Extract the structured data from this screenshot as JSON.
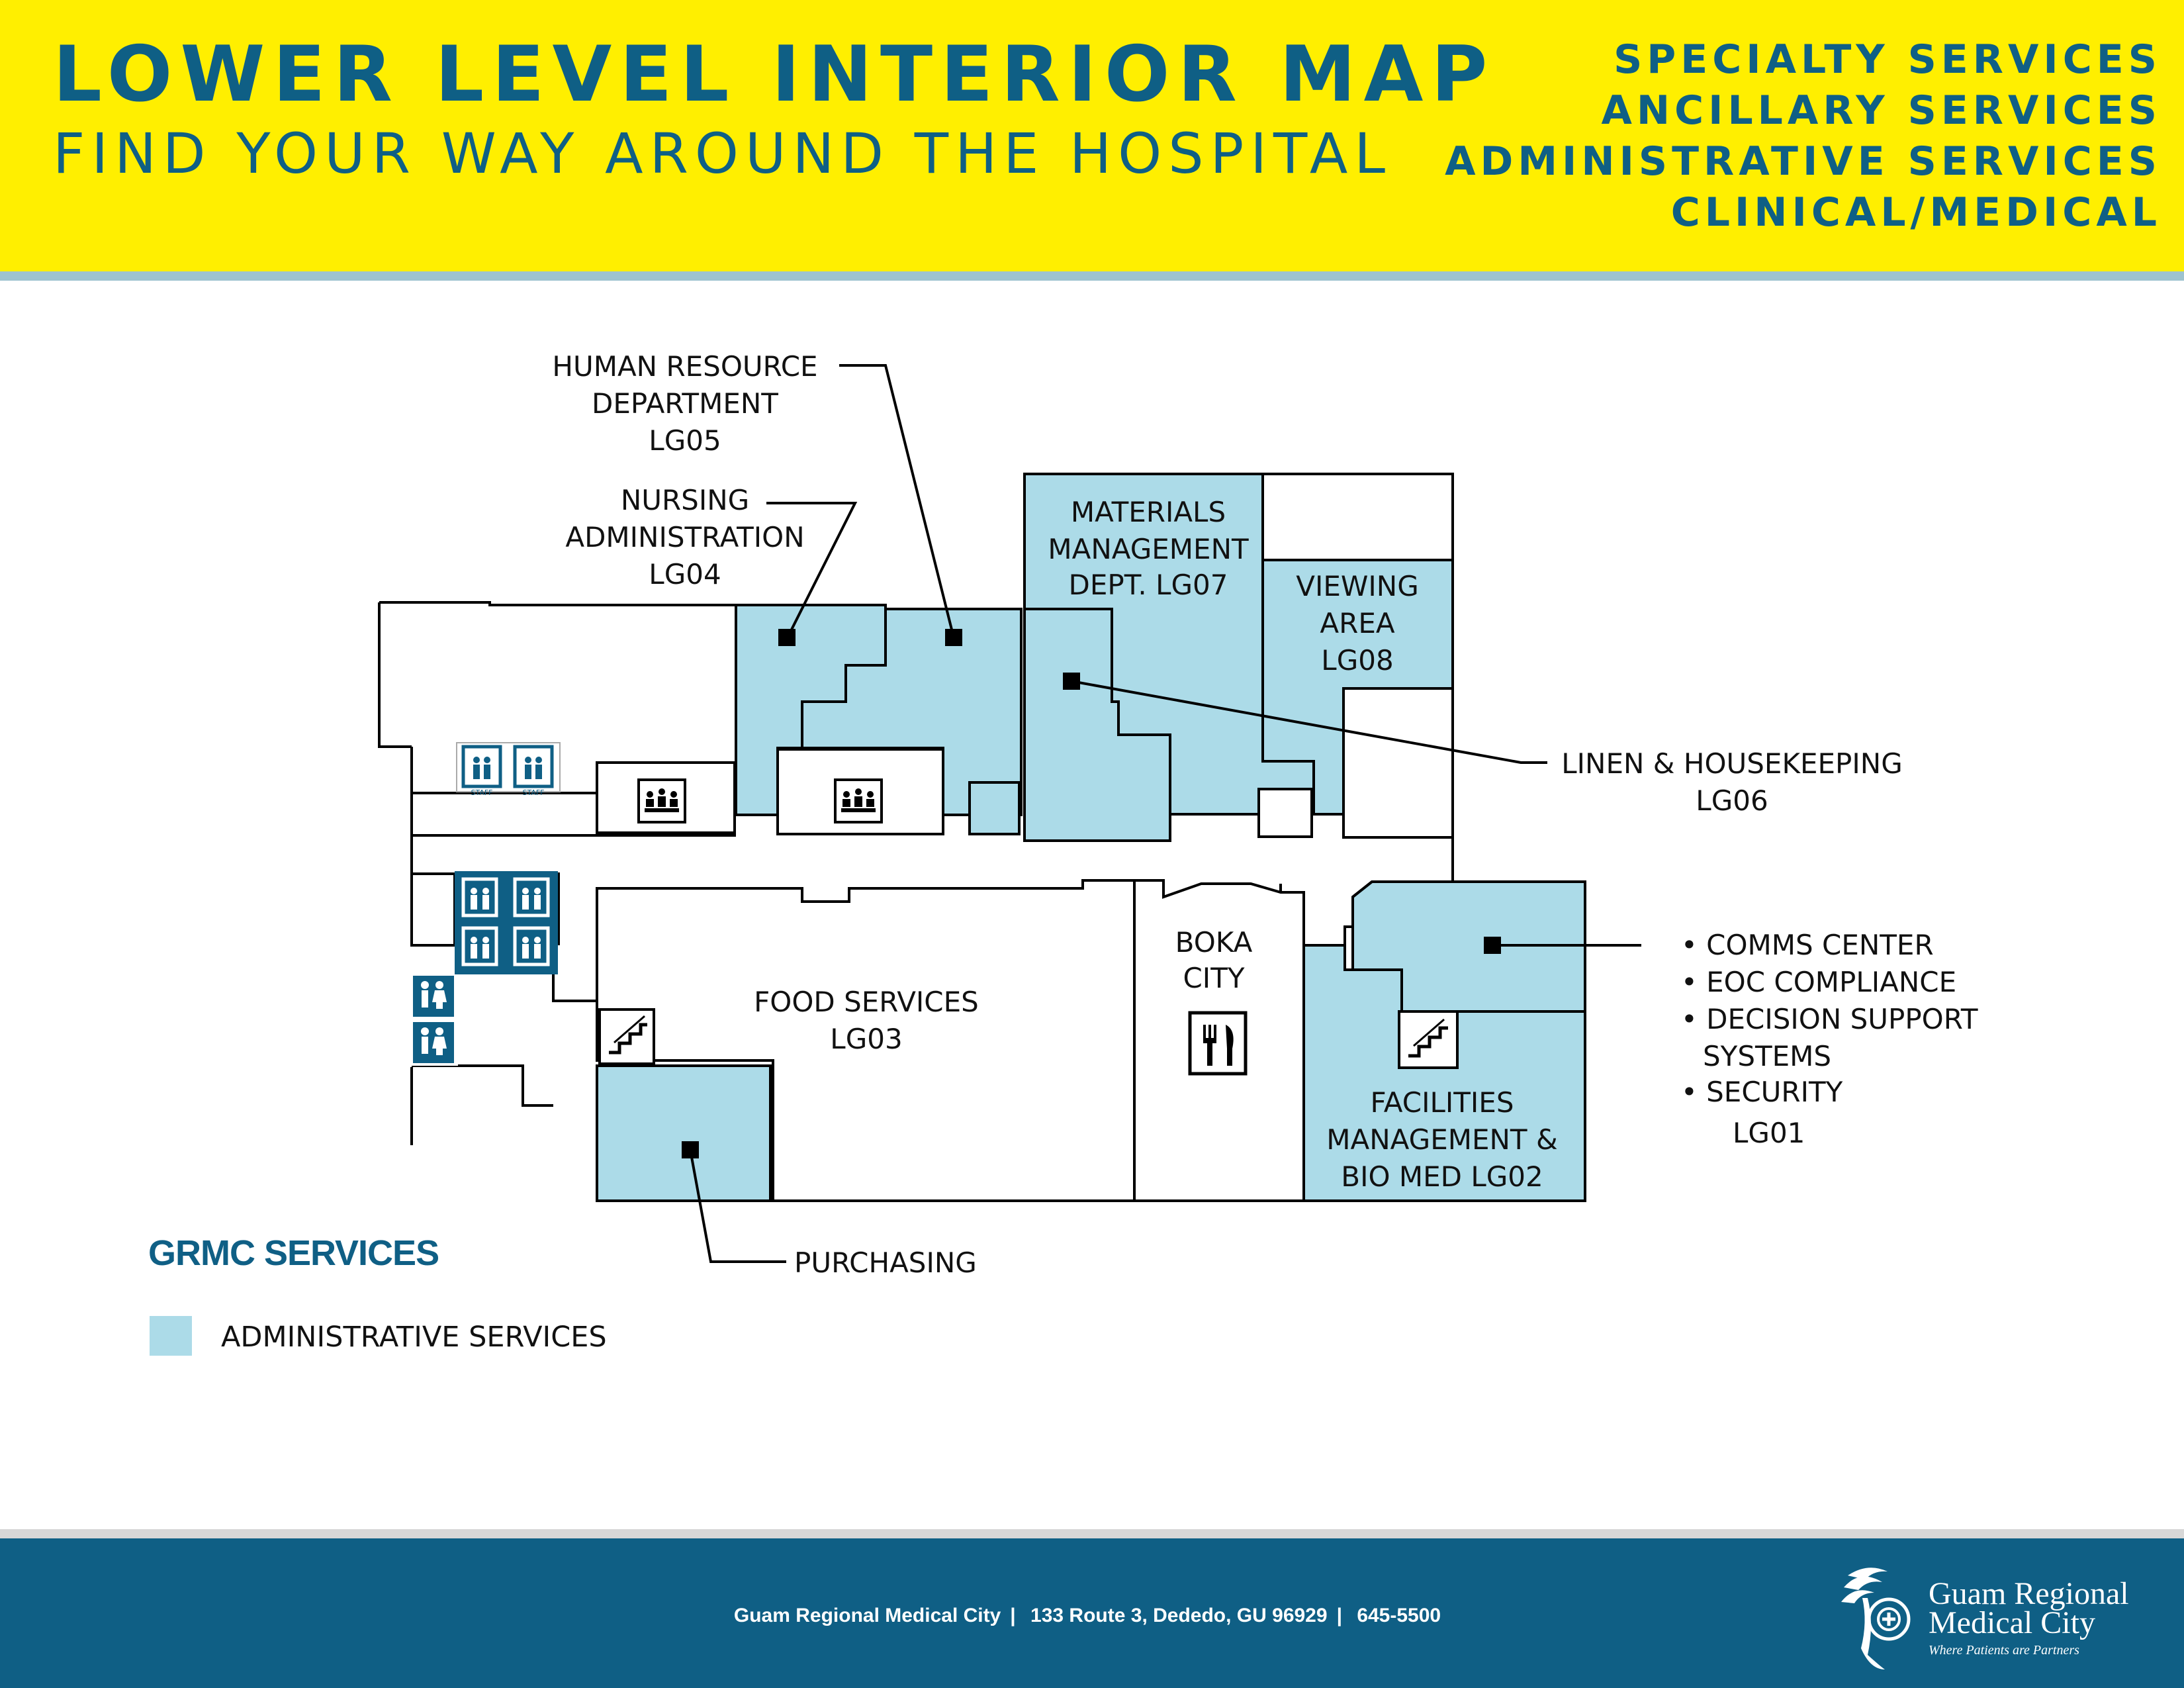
{
  "header": {
    "title": "LOWER LEVEL INTERIOR MAP",
    "subtitle": "FIND YOUR WAY AROUND THE HOSPITAL",
    "categories": [
      "SPECIALTY SERVICES",
      "ANCILLARY SERVICES",
      "ADMINISTRATIVE SERVICES",
      "CLINICAL/MEDICAL"
    ]
  },
  "colors": {
    "header_bg": "#ffef00",
    "brand_blue": "#0f5f85",
    "admin_fill": "#acdbe8",
    "icon_blue": "#0f5f85"
  },
  "rooms": {
    "hr": {
      "lines": [
        "HUMAN RESOURCE",
        "DEPARTMENT",
        "LG05"
      ]
    },
    "nursing": {
      "lines": [
        "NURSING",
        "ADMINISTRATION",
        "LG04"
      ]
    },
    "materials": {
      "lines": [
        "MATERIALS",
        "MANAGEMENT",
        "DEPT. LG07"
      ]
    },
    "viewing": {
      "lines": [
        "VIEWING",
        "AREA",
        "LG08"
      ]
    },
    "linen": {
      "lines": [
        "LINEN & HOUSEKEEPING",
        "LG06"
      ]
    },
    "food": {
      "lines": [
        "FOOD SERVICES",
        "LG03"
      ]
    },
    "boka": {
      "lines": [
        "BOKA",
        "CITY"
      ]
    },
    "facilities": {
      "lines": [
        "FACILITIES",
        "MANAGEMENT &",
        "BIO MED LG02"
      ]
    },
    "purchasing": {
      "lines": [
        "PURCHASING"
      ]
    },
    "lg01": {
      "items": [
        "• COMMS CENTER",
        "• EOC COMPLIANCE",
        "• DECISION SUPPORT",
        "SYSTEMS",
        "• SECURITY"
      ],
      "code": "LG01"
    }
  },
  "icons": {
    "staff_elevator": "staff-elevator-icon",
    "staff_label": "STAFF",
    "elevator": "elevator-icon",
    "restroom": "accessible-restroom-icon",
    "meeting": "meeting-room-icon",
    "stairs": "stairs-icon",
    "dining": "fork-knife-icon"
  },
  "legend": {
    "title": "GRMC SERVICES",
    "items": [
      {
        "label": "ADMINISTRATIVE SERVICES",
        "color": "#acdbe8"
      }
    ]
  },
  "footer": {
    "org": "Guam Regional Medical City",
    "address": "133 Route 3, Dededo, GU 96929",
    "phone": "645-5500",
    "logo_line1": "Guam Regional",
    "logo_line2": "Medical City",
    "tagline": "Where Patients are Partners"
  }
}
